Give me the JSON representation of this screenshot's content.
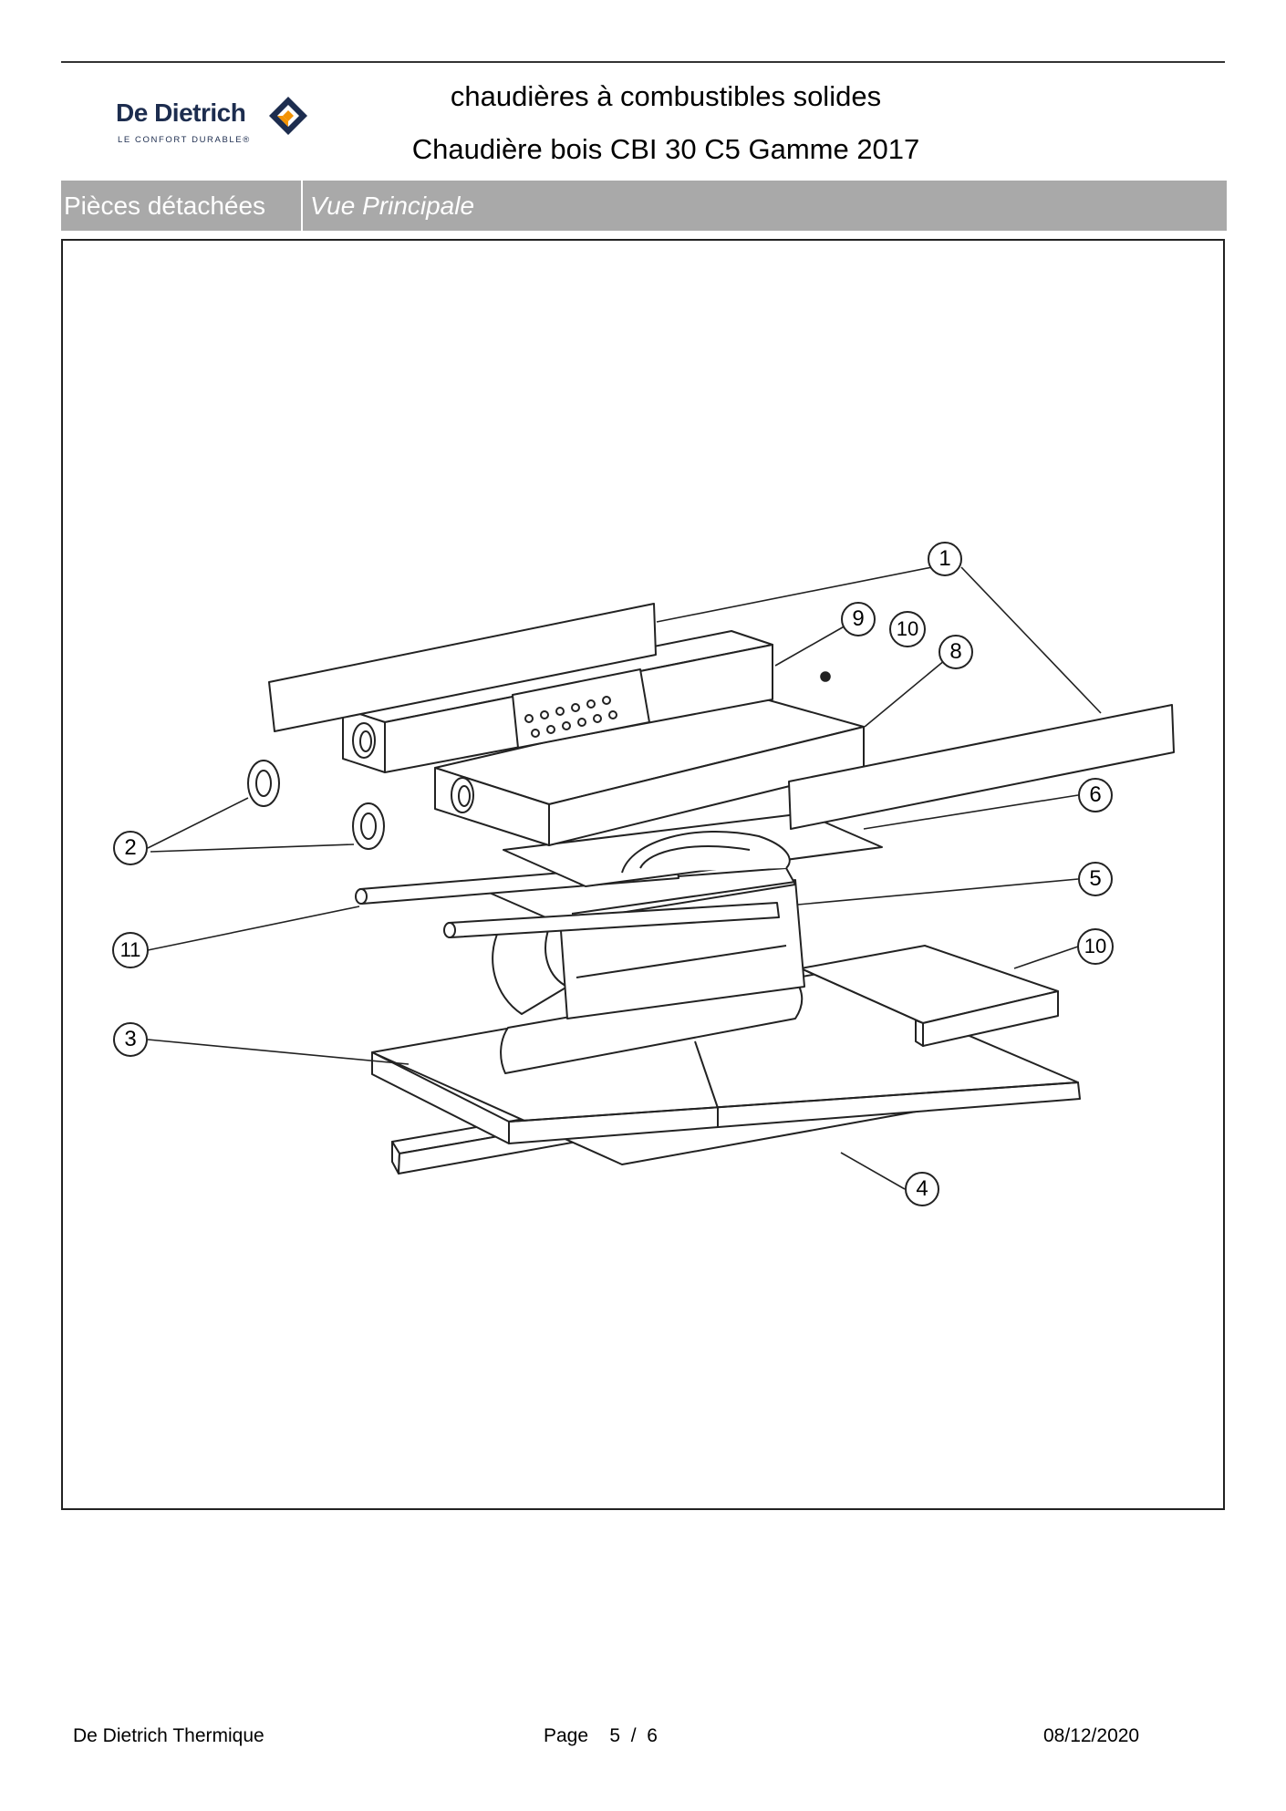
{
  "header": {
    "brand_name": "De Dietrich",
    "brand_tagline": "LE CONFORT DURABLE®",
    "category": "chaudières à combustibles solides",
    "product": "Chaudière bois CBI 30 C5 Gamme 2017"
  },
  "section": {
    "label": "Pièces détachées",
    "view": "Vue Principale"
  },
  "diagram": {
    "callouts": [
      "1",
      "9",
      "10",
      "8",
      "6",
      "2",
      "5",
      "11",
      "10",
      "3",
      "4"
    ]
  },
  "footer": {
    "company": "De Dietrich Thermique",
    "page_label": "Page",
    "page_current": "5",
    "page_separator": "/",
    "page_total": "6",
    "date": "08/12/2020"
  },
  "colors": {
    "brand_navy": "#1d2d4f",
    "brand_orange": "#f39200",
    "section_bar": "#a9a9a9"
  }
}
